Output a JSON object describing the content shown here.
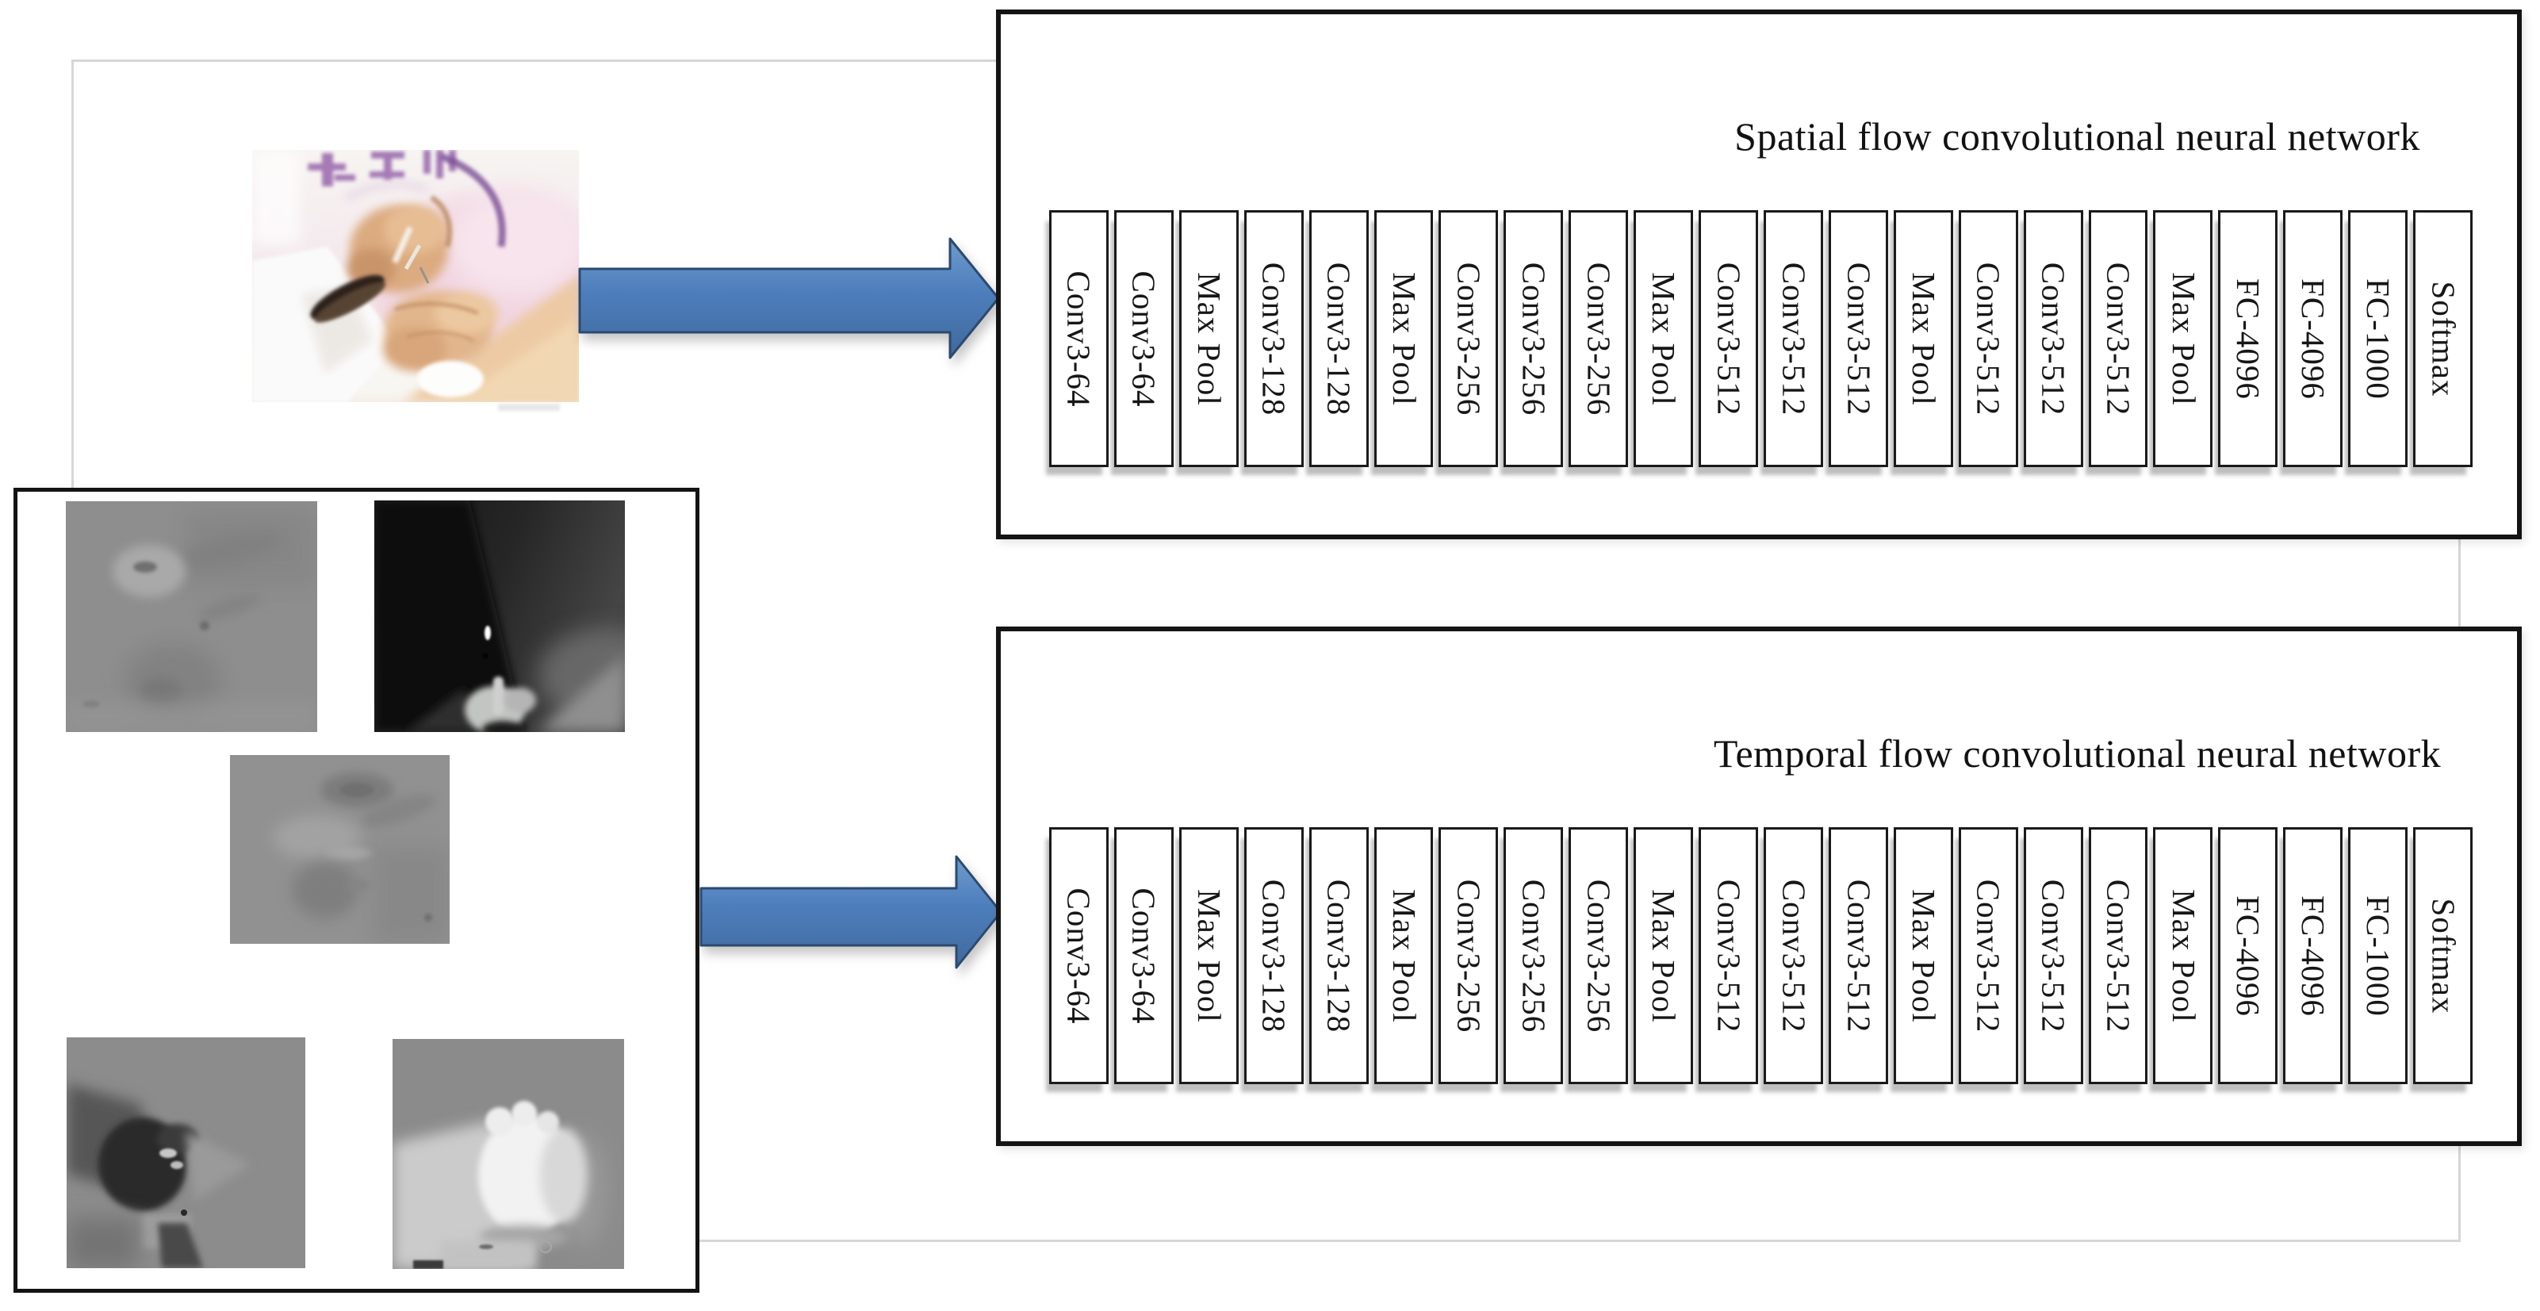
{
  "figure": {
    "spatial_stream": {
      "title": "Spatial flow convolutional neural network",
      "layers": [
        "Conv3-64",
        "Conv3-64",
        "Max Pool",
        "Conv3-128",
        "Conv3-128",
        "Max Pool",
        "Conv3-256",
        "Conv3-256",
        "Conv3-256",
        "Max Pool",
        "Conv3-512",
        "Conv3-512",
        "Conv3-512",
        "Max Pool",
        "Conv3-512",
        "Conv3-512",
        "Conv3-512",
        "Max Pool",
        "FC-4096",
        "FC-4096",
        "FC-1000",
        "Softmax"
      ]
    },
    "temporal_stream": {
      "title": "Temporal flow convolutional neural network",
      "layers": [
        "Conv3-64",
        "Conv3-64",
        "Max Pool",
        "Conv3-128",
        "Conv3-128",
        "Max Pool",
        "Conv3-256",
        "Conv3-256",
        "Conv3-256",
        "Max Pool",
        "Conv3-512",
        "Conv3-512",
        "Conv3-512",
        "Max Pool",
        "Conv3-512",
        "Conv3-512",
        "Conv3-512",
        "Max Pool",
        "FC-4096",
        "FC-4096",
        "FC-1000",
        "Softmax"
      ]
    },
    "inputs": {
      "spatial_input_icon": "rgb-video-frame-photo",
      "temporal_input_icon": "stacked-optical-flow-frames"
    },
    "icons": {
      "flow_arrow": "right-arrow"
    },
    "colors": {
      "arrow_fill": "#4d7ebc",
      "arrow_fill_light": "#6f9bcd",
      "arrow_fill_dark": "#41699c",
      "arrow_edge": "#2b4a6f",
      "layer_border": "#1a1a1a",
      "container_border": "#141414",
      "backdrop_border": "#d6d6d6",
      "text": "#141414"
    }
  }
}
